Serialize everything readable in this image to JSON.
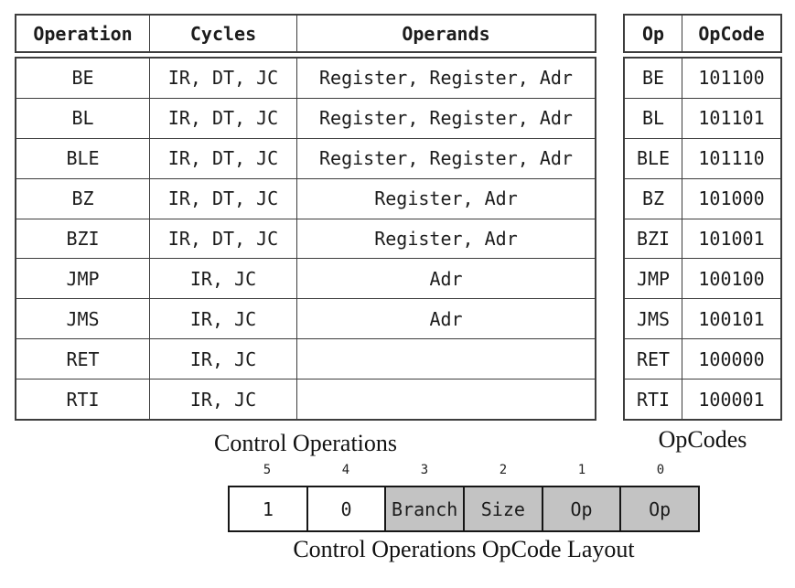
{
  "left_table": {
    "caption": "Control Operations",
    "headers": [
      "Operation",
      "Cycles",
      "Operands"
    ],
    "rows": [
      [
        "BE",
        "IR, DT, JC",
        "Register, Register, Adr"
      ],
      [
        "BL",
        "IR, DT, JC",
        "Register, Register, Adr"
      ],
      [
        "BLE",
        "IR, DT, JC",
        "Register, Register, Adr"
      ],
      [
        "BZ",
        "IR, DT, JC",
        "Register, Adr"
      ],
      [
        "BZI",
        "IR, DT, JC",
        "Register, Adr"
      ],
      [
        "JMP",
        "IR, JC",
        "Adr"
      ],
      [
        "JMS",
        "IR, JC",
        "Adr"
      ],
      [
        "RET",
        "IR, JC",
        ""
      ],
      [
        "RTI",
        "IR, JC",
        ""
      ]
    ]
  },
  "right_table": {
    "caption": "OpCodes",
    "headers": [
      "Op",
      "OpCode"
    ],
    "rows": [
      [
        "BE",
        "101100"
      ],
      [
        "BL",
        "101101"
      ],
      [
        "BLE",
        "101110"
      ],
      [
        "BZ",
        "101000"
      ],
      [
        "BZI",
        "101001"
      ],
      [
        "JMP",
        "100100"
      ],
      [
        "JMS",
        "100101"
      ],
      [
        "RET",
        "100000"
      ],
      [
        "RTI",
        "100001"
      ]
    ]
  },
  "bit_layout": {
    "caption": "Control Operations OpCode Layout",
    "bits": [
      {
        "index": "5",
        "label": "1",
        "shaded": false
      },
      {
        "index": "4",
        "label": "0",
        "shaded": false
      },
      {
        "index": "3",
        "label": "Branch",
        "shaded": true
      },
      {
        "index": "2",
        "label": "Size",
        "shaded": true
      },
      {
        "index": "1",
        "label": "Op",
        "shaded": true
      },
      {
        "index": "0",
        "label": "Op",
        "shaded": true
      }
    ]
  },
  "colors": {
    "shaded_cell": "#c3c3c3",
    "table_border": "#3d3d3d",
    "bit_border": "#161616",
    "text": "#1c1c1c"
  }
}
